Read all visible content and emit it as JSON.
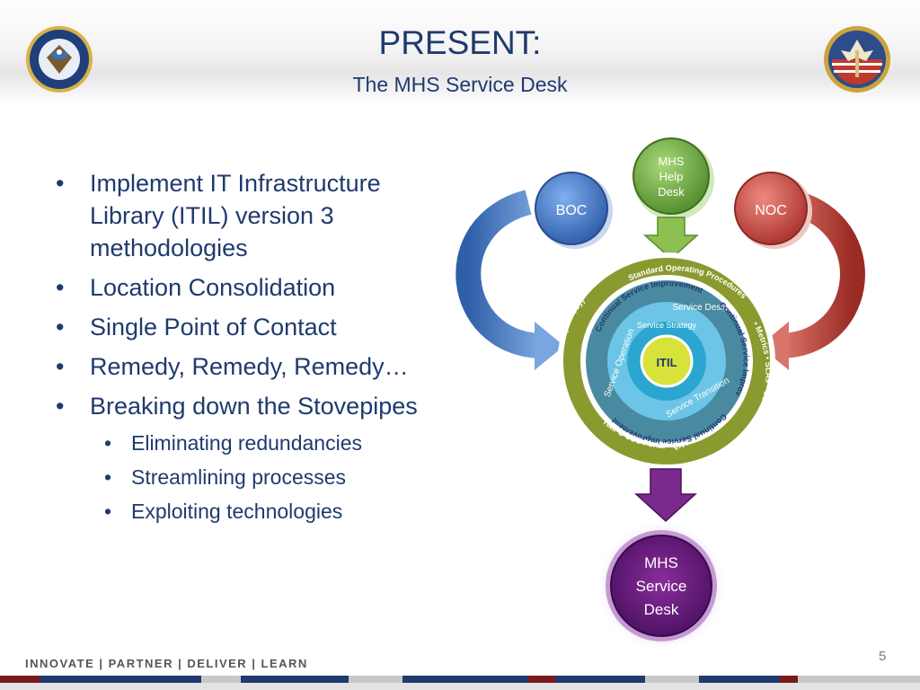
{
  "title": "PRESENT:",
  "subtitle": "The MHS Service Desk",
  "bullets": [
    {
      "text": "Implement IT Infrastructure Library (ITIL) version 3 methodologies",
      "level": 1
    },
    {
      "text": "Location Consolidation",
      "level": 1
    },
    {
      "text": "Single Point of Contact",
      "level": 1
    },
    {
      "text": "Remedy, Remedy, Remedy…",
      "level": 1
    },
    {
      "text": "Breaking down the Stovepipes",
      "level": 1
    },
    {
      "text": "Eliminating redundancies",
      "level": 2
    },
    {
      "text": "Streamlining processes",
      "level": 2
    },
    {
      "text": "Exploiting technologies",
      "level": 2
    }
  ],
  "diagram": {
    "boc": "BOC",
    "noc": "NOC",
    "help_desk_lines": [
      "MHS",
      "Help",
      "Desk"
    ],
    "itil_center": "ITIL",
    "service_strategy": "Service Strategy",
    "service_design": "Service Design",
    "service_operation": "Service Operation",
    "service_transition": "Service Transition",
    "csi_inner_top": "Continual Service Improvement",
    "csi_inner_bottom": "Continual Service Improvement",
    "csi_inner_right": "Continual Service Improvement",
    "outer_top": "Standard Operating Procedures",
    "outer_left": "Service Management (Remedy)",
    "outer_right": "• Metrics • SLAs • OLAs •",
    "outer_bottom": "TIMPO SSC Portal • QA •",
    "output_lines": [
      "MHS",
      "Service",
      "Desk"
    ]
  },
  "colors": {
    "title": "#1f3a6e",
    "boc_blue": "#3f6fbe",
    "noc_red": "#c0392b",
    "help_green": "#6aa238",
    "olive_ring": "#8a9a2e",
    "itil_cyan": "#2aa6d0",
    "purple": "#6b1f7a"
  },
  "footer": {
    "tagline": "INNOVATE | PARTNER | DELIVER | LEARN",
    "page_number": "5"
  }
}
